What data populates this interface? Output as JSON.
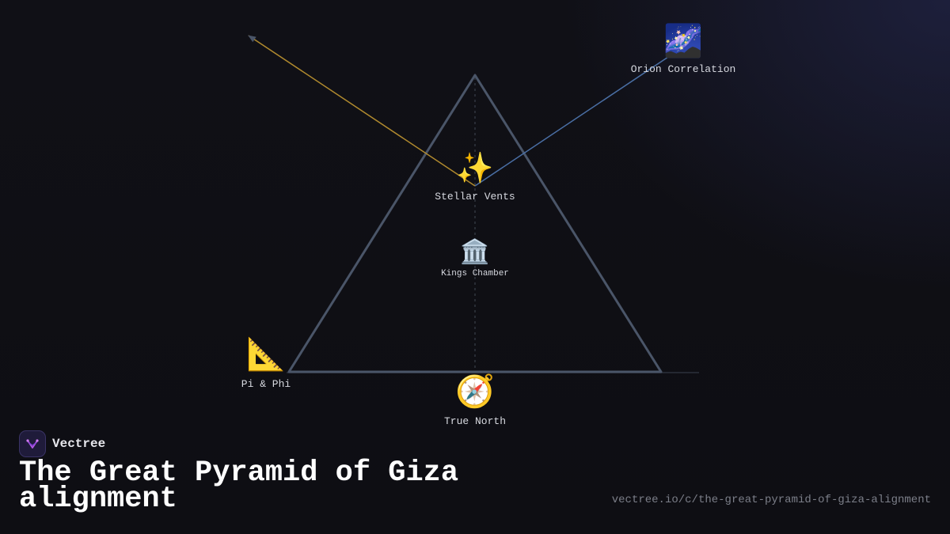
{
  "diagram": {
    "title": "The Great Pyramid of Giza alignment",
    "nodes": [
      {
        "id": "orion",
        "emoji": "🌌",
        "label": "Orion Correlation"
      },
      {
        "id": "stellar",
        "emoji": "✨",
        "label": "Stellar Vents"
      },
      {
        "id": "kings",
        "emoji": "🏛️",
        "label": "Kings Chamber"
      },
      {
        "id": "pi",
        "emoji": "📐",
        "label": "Pi & Phi"
      },
      {
        "id": "north",
        "emoji": "🧭",
        "label": "True North"
      }
    ],
    "edges": [
      {
        "from": "stellar",
        "to": "orion",
        "color": "#4a6fa5"
      },
      {
        "from": "stellar",
        "to": "upper-left-arrow",
        "color": "#b08a2e"
      }
    ],
    "colors": {
      "pyramid_outline": "#4a5568",
      "axis_dashes": "#3a3f4a",
      "background": "#0f0f14"
    }
  },
  "brand": {
    "name": "Vectree",
    "logo_icon": "vectree-logo-icon"
  },
  "footer": {
    "url": "vectree.io/c/the-great-pyramid-of-giza-alignment"
  }
}
